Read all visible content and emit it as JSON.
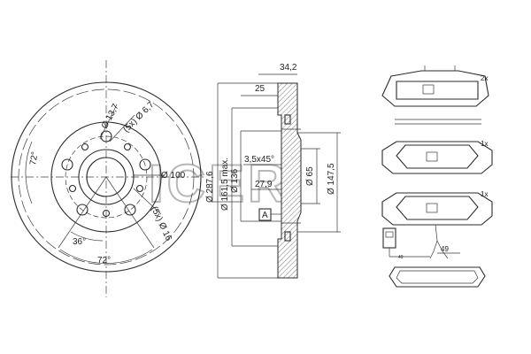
{
  "disc_front": {
    "angle_top": "72°",
    "angle_left": "72°",
    "angle_inner": "36°",
    "hole_dia_1": "Ø 13,7",
    "hole_dia_2": "(5x) Ø 6,7",
    "hole_dia_3": "(5x) Ø 16",
    "bore_dia": "Ø 100"
  },
  "disc_section": {
    "total_thickness": "34,2",
    "dim_25": "25",
    "chamfer": "3,5x45°",
    "dim_27_9": "27,9",
    "outer_dia": "Ø 287,6",
    "min_dia": "Ø 161,5 max.",
    "dia_136": "Ø 136",
    "dia_65": "Ø 65",
    "dia_147_5": "Ø 147,5",
    "ref_a": "A"
  },
  "brake_pads": {
    "qty_top": "2x",
    "qty_mid": "1x",
    "qty_bottom": "1x",
    "sensor_length": "49",
    "sensor_length_small": "49"
  },
  "watermark": "ICER"
}
